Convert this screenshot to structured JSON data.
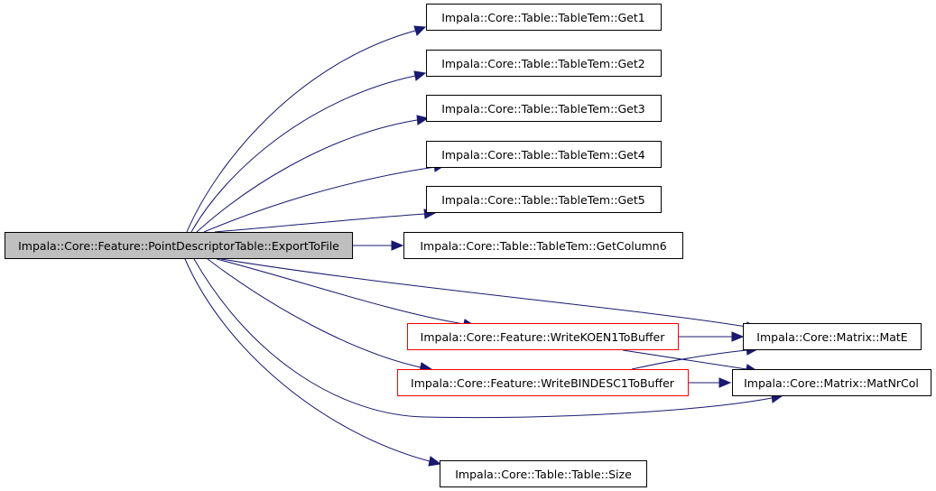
{
  "diagram": {
    "root": "Impala::Core::Feature::PointDescriptorTable::ExportToFile",
    "nodes": {
      "get1": "Impala::Core::Table::TableTem::Get1",
      "get2": "Impala::Core::Table::TableTem::Get2",
      "get3": "Impala::Core::Table::TableTem::Get3",
      "get4": "Impala::Core::Table::TableTem::Get4",
      "get5": "Impala::Core::Table::TableTem::Get5",
      "getcolumn6": "Impala::Core::Table::TableTem::GetColumn6",
      "writekoen1": "Impala::Core::Feature::WriteKOEN1ToBuffer",
      "writebindesc1": "Impala::Core::Feature::WriteBINDESC1ToBuffer",
      "mate": "Impala::Core::Matrix::MatE",
      "matnrcol": "Impala::Core::Matrix::MatNrCol",
      "size": "Impala::Core::Table::Table::Size"
    },
    "colors": {
      "edge": "#191970",
      "root_fill": "#bfbfbf",
      "highlight_border": "#ff0000"
    }
  }
}
